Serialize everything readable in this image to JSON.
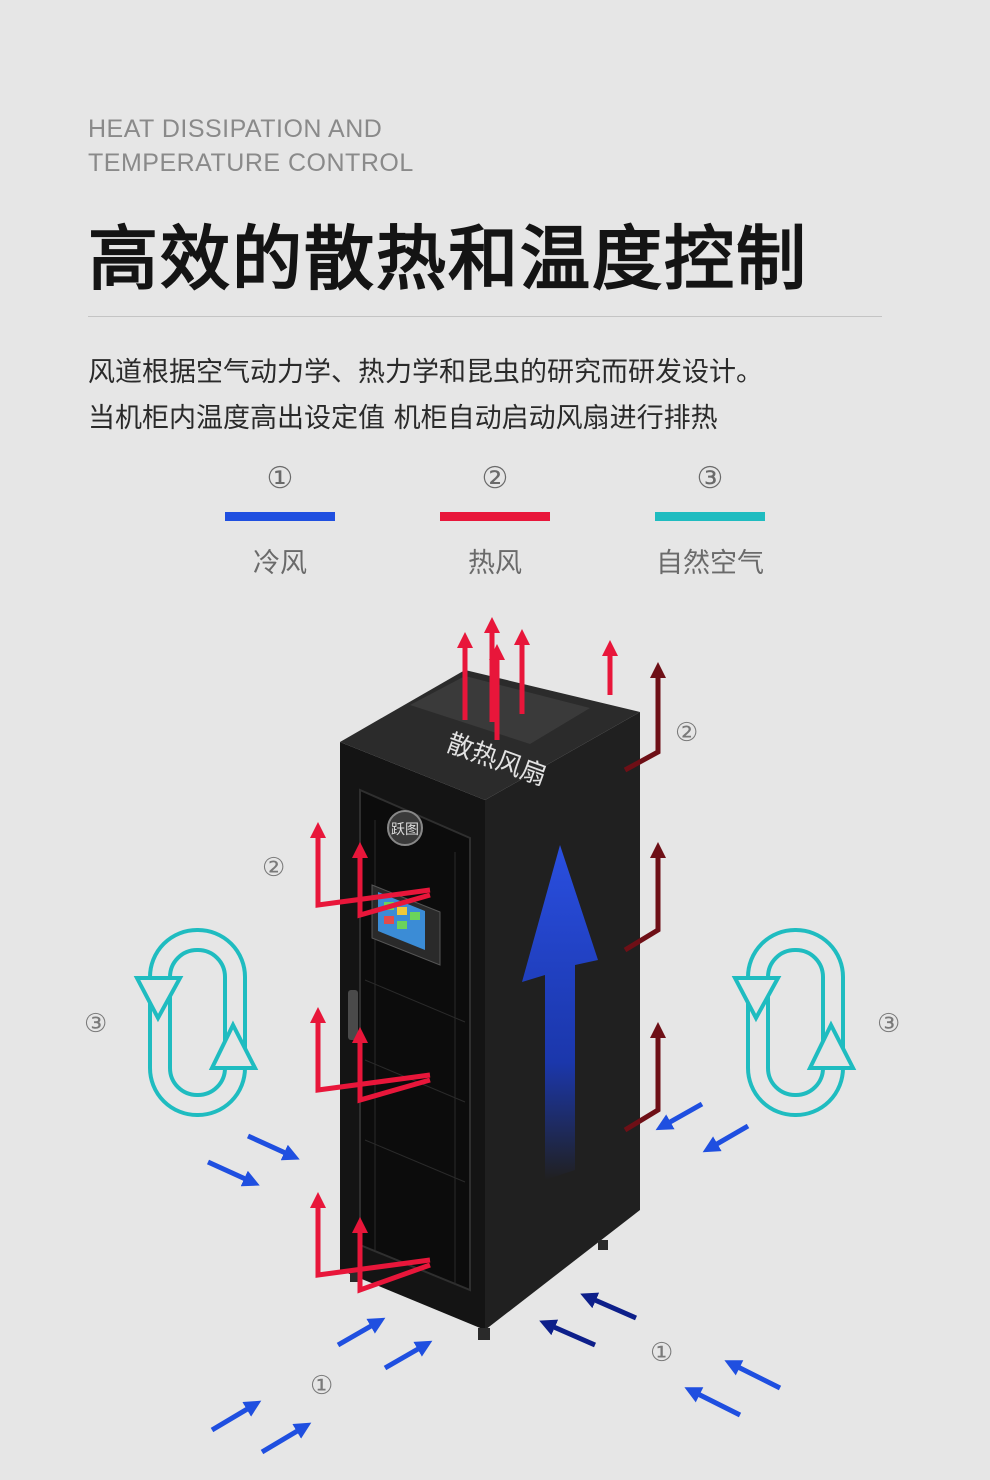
{
  "eyebrow": {
    "line1": "HEAT DISSIPATION AND",
    "line2": "TEMPERATURE CONTROL"
  },
  "title": "高效的散热和温度控制",
  "description": {
    "line1": "风道根据空气动力学、热力学和昆虫的研究而研发设计。",
    "line2": "当机柜内温度高出设定值 机柜自动启动风扇进行排热"
  },
  "legend": [
    {
      "num": "①",
      "label": "冷风",
      "color": "#1f4fe0"
    },
    {
      "num": "②",
      "label": "热风",
      "color": "#e8163a"
    },
    {
      "num": "③",
      "label": "自然空气",
      "color": "#1fbcc0"
    }
  ],
  "cabinet": {
    "top_label": "散热风扇",
    "brand_badge": "跃图"
  },
  "markers": {
    "cold": "①",
    "hot": "②",
    "natural": "③"
  },
  "colors": {
    "background": "#e6e6e6",
    "cold_air": "#1f4fe0",
    "hot_air": "#e8163a",
    "hot_air_dark": "#6e0f16",
    "natural_air": "#1fbcc0",
    "cabinet": "#1b1b1b"
  }
}
